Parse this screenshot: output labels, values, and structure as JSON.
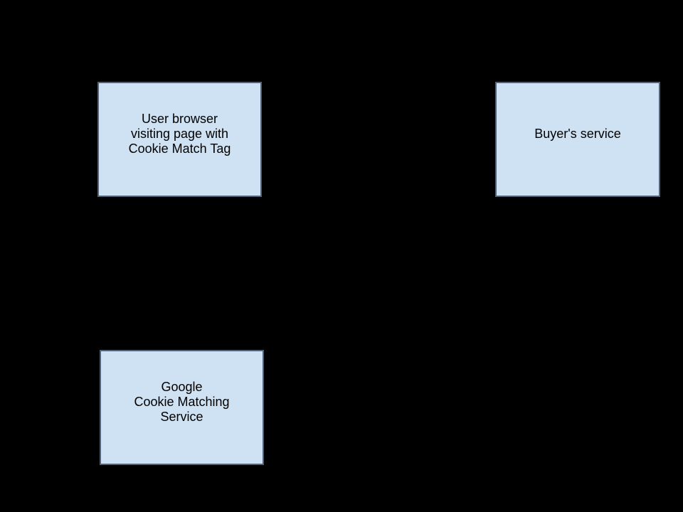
{
  "canvas": {
    "background_color": "#000000"
  },
  "diagram": {
    "node_fill_color": "#cfe2f3",
    "node_border_color": "#51627a",
    "node_text_color": "#000000",
    "nodes": [
      {
        "id": "user-browser",
        "label": "User browser\nvisiting page with\nCookie Match Tag"
      },
      {
        "id": "buyers-service",
        "label": "Buyer's service"
      },
      {
        "id": "google-cookie-matching-service",
        "label": "Google\nCookie Matching\nService"
      }
    ]
  }
}
